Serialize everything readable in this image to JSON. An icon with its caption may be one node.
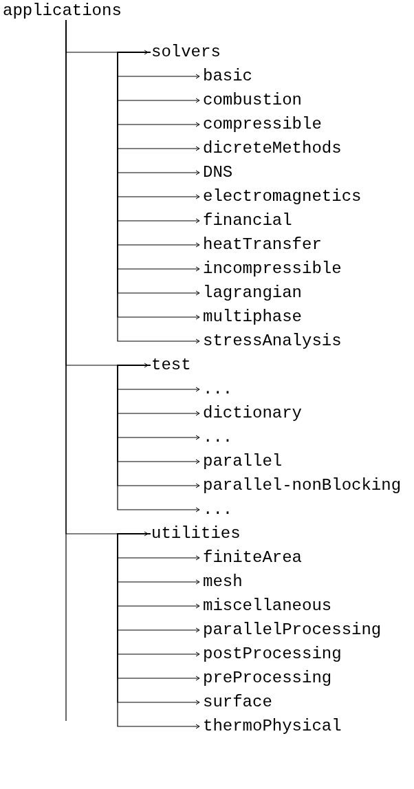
{
  "diagram": {
    "nodes": [
      {
        "text": [
          "applications"
        ]
      },
      {
        "text": [
          "solvers"
        ]
      },
      {
        "text": [
          "basic"
        ]
      },
      {
        "text": [
          "combustion"
        ]
      },
      {
        "text": [
          "compressible"
        ]
      },
      {
        "text": [
          "dicreteMethods"
        ]
      },
      {
        "text": [
          "DNS"
        ]
      },
      {
        "text": [
          "electromagnetics"
        ]
      },
      {
        "text": [
          "financial"
        ]
      },
      {
        "text": [
          "heatTransfer"
        ]
      },
      {
        "text": [
          "incompressible"
        ]
      },
      {
        "text": [
          "lagrangian"
        ]
      },
      {
        "text": [
          "multiphase"
        ]
      },
      {
        "text": [
          "stressAnalysis"
        ]
      },
      {
        "text": [
          "test"
        ]
      },
      {
        "text": [
          "..."
        ]
      },
      {
        "text": [
          "dictionary"
        ]
      },
      {
        "text": [
          "..."
        ]
      },
      {
        "text": [
          "parallel"
        ]
      },
      {
        "text": [
          "parallel-nonBlocking"
        ]
      },
      {
        "text": [
          "..."
        ]
      },
      {
        "text": [
          "utilities"
        ]
      },
      {
        "text": [
          "finiteArea"
        ]
      },
      {
        "text": [
          "mesh"
        ]
      },
      {
        "text": [
          "miscellaneous"
        ]
      },
      {
        "text": [
          "parallelProcessing"
        ]
      },
      {
        "text": [
          "postProcessing"
        ]
      },
      {
        "text": [
          "preProcessing"
        ]
      },
      {
        "text": [
          "surface"
        ]
      },
      {
        "text": [
          "thermoPhysical"
        ]
      }
    ],
    "edges": [
      {
        "from": 0,
        "to": 1,
        "arrow": "to"
      },
      {
        "from": 1,
        "to": 2,
        "arrow": "to"
      },
      {
        "from": 1,
        "to": 3,
        "arrow": "to"
      },
      {
        "from": 1,
        "to": 4,
        "arrow": "to"
      },
      {
        "from": 1,
        "to": 5,
        "arrow": "to"
      },
      {
        "from": 1,
        "to": 6,
        "arrow": "to"
      },
      {
        "from": 1,
        "to": 7,
        "arrow": "to"
      },
      {
        "from": 1,
        "to": 8,
        "arrow": "to"
      },
      {
        "from": 1,
        "to": 9,
        "arrow": "to"
      },
      {
        "from": 1,
        "to": 10,
        "arrow": "to"
      },
      {
        "from": 1,
        "to": 11,
        "arrow": "to"
      },
      {
        "from": 1,
        "to": 12,
        "arrow": "to"
      },
      {
        "from": 1,
        "to": 13,
        "arrow": "to"
      },
      {
        "from": 0,
        "to": 14,
        "arrow": "to"
      },
      {
        "from": 14,
        "to": 15,
        "arrow": "to"
      },
      {
        "from": 14,
        "to": 16,
        "arrow": "to"
      },
      {
        "from": 14,
        "to": 17,
        "arrow": "to"
      },
      {
        "from": 14,
        "to": 18,
        "arrow": "to"
      },
      {
        "from": 14,
        "to": 19,
        "arrow": "to"
      },
      {
        "from": 14,
        "to": 20,
        "arrow": "to"
      },
      {
        "from": 0,
        "to": 21,
        "arrow": "to"
      },
      {
        "from": 21,
        "to": 22,
        "arrow": "to"
      },
      {
        "from": 21,
        "to": 23,
        "arrow": "to"
      },
      {
        "from": 21,
        "to": 24,
        "arrow": "to"
      },
      {
        "from": 21,
        "to": 25,
        "arrow": "to"
      },
      {
        "from": 21,
        "to": 26,
        "arrow": "to"
      },
      {
        "from": 21,
        "to": 27,
        "arrow": "to"
      },
      {
        "from": 21,
        "to": 28,
        "arrow": "to"
      },
      {
        "from": 21,
        "to": 29,
        "arrow": "to"
      }
    ]
  }
}
